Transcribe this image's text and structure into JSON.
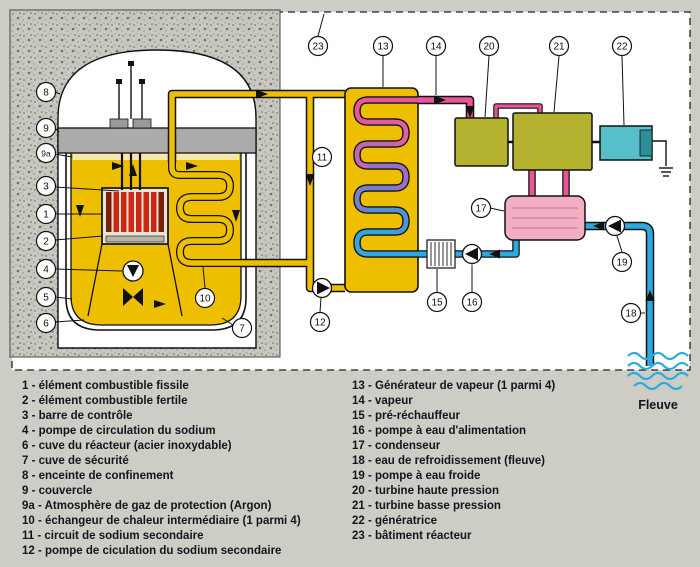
{
  "legend": {
    "left": [
      "1 - élément combustible fissile",
      "2 - élément combustible fertile",
      "3 - barre de contrôle",
      "4 - pompe de circulation du sodium",
      "6 - cuve du réacteur (acier inoxydable)",
      "7 - cuve de sécurité",
      "8 - enceinte de confinement",
      "9 - couvercle",
      "9a - Atmosphère de gaz de protection (Argon)",
      "10 - échangeur de chaleur intermédiaire (1 parmi 4)",
      "11 - circuit de sodium secondaire",
      "12 - pompe de ciculation du sodium secondaire"
    ],
    "right": [
      "13 - Générateur de vapeur (1 parmi 4)",
      "14 - vapeur",
      "15 - pré-réchauffeur",
      "16 - pompe à eau d'alimentation",
      "17 - condenseur",
      "18 - eau de refroidissement (fleuve)",
      "19 - pompe à eau froide",
      "20 - turbine haute pression",
      "21 - turbine basse pression",
      "22 - génératrice",
      "23 - bâtiment réacteur"
    ]
  },
  "river_label": "Fleuve",
  "callouts": {
    "c1": "1",
    "c2": "2",
    "c3": "3",
    "c4": "4",
    "c5": "5",
    "c6": "6",
    "c7": "7",
    "c8": "8",
    "c9": "9",
    "c9a": "9a",
    "c10": "10",
    "c11": "11",
    "c12": "12",
    "c13": "13",
    "c14": "14",
    "c15": "15",
    "c16": "16",
    "c17": "17",
    "c18": "18",
    "c19": "19",
    "c20": "20",
    "c21": "21",
    "c22": "22",
    "c23": "23"
  },
  "colors": {
    "sodium": "#edbf00",
    "steam": "#e8559a",
    "water": "#2baae0",
    "turbine": "#b4b22f",
    "generator": "#56bfc9",
    "condenser": "#f2afc4",
    "lid": "#ababab",
    "background": "#cdccc5"
  }
}
